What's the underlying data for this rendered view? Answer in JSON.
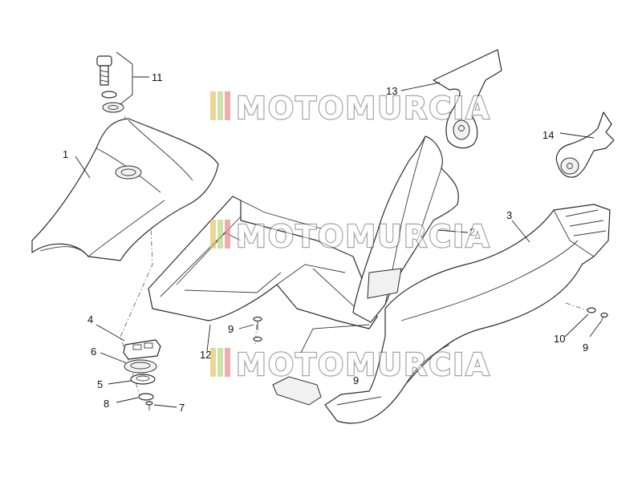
{
  "callouts": {
    "c1": "1",
    "c2": "2",
    "c3": "3",
    "c4": "4",
    "c5": "5",
    "c6": "6",
    "c7": "7",
    "c8": "8",
    "c9a": "9",
    "c9b": "9",
    "c9c": "9",
    "c10": "10",
    "c11": "11",
    "c12": "12",
    "c13": "13",
    "c14": "14"
  },
  "watermark": {
    "text": "MOTOMURCIA",
    "stripe_colors": [
      "#e3c46a",
      "#b9d58a",
      "#e58a8a"
    ],
    "outline_color": "#5a5a5a"
  }
}
